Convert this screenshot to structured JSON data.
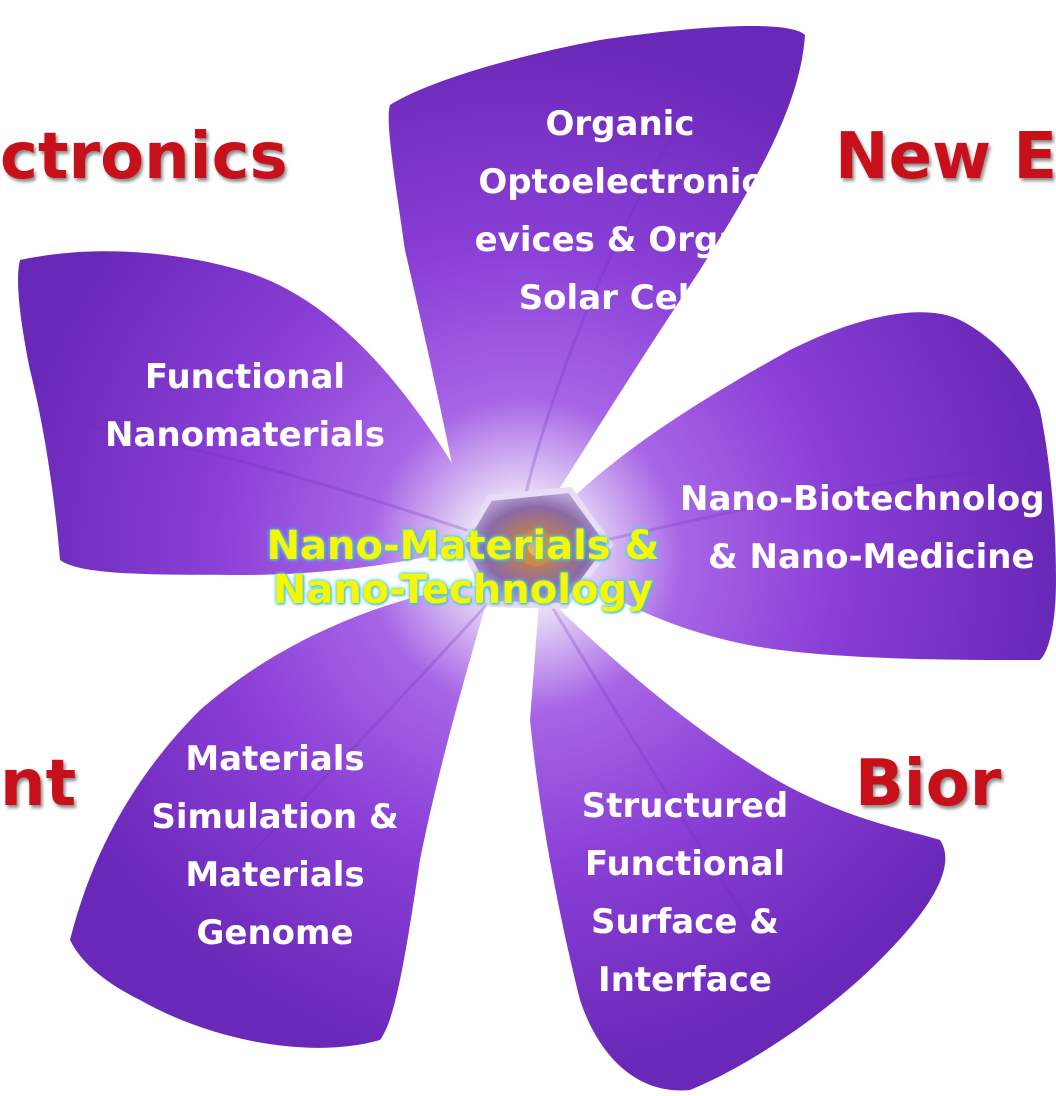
{
  "corner_labels": {
    "top_left": "ctronics",
    "top_right": "New E",
    "bottom_left": "nt",
    "bottom_right": "Bior"
  },
  "center": {
    "line1": "Nano-Materials &",
    "line2": "Nano-Technology"
  },
  "petals": {
    "top": [
      "Organic",
      "Optoelectronic",
      "evices & Organ",
      "Solar Cells"
    ],
    "left": [
      "Functional",
      "Nanomaterials"
    ],
    "right": [
      "Nano-Biotechnolog",
      "& Nano-Medicine"
    ],
    "bottom_left": [
      "Materials",
      "Simulation &",
      "Materials",
      "Genome"
    ],
    "bottom_right": [
      "Structured",
      "Functional",
      "Surface &",
      "Interface"
    ]
  },
  "colors": {
    "petal": "#8a3fd6",
    "petal_dark": "#5a1fa8",
    "petal_light": "#d9c7f2",
    "corner_text": "#c8101a",
    "center_text": "#f7f700",
    "center_glow": "#4ed0e8"
  }
}
